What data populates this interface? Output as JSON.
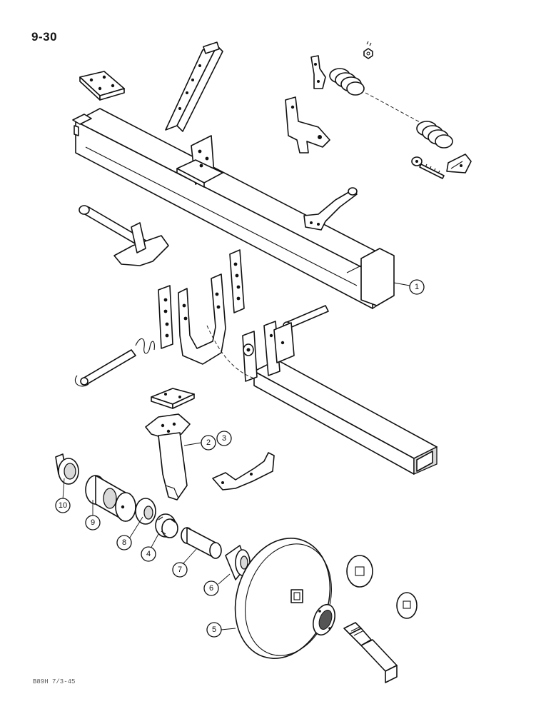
{
  "page": {
    "number": "9-30",
    "drawing_code": "B89H 7/3-45"
  },
  "colors": {
    "line": "#111111",
    "background": "#ffffff",
    "shade": "#d9d9d9"
  },
  "callouts": [
    {
      "key": "c1",
      "label": "1"
    },
    {
      "key": "c2",
      "label": "2"
    },
    {
      "key": "c3",
      "label": "3"
    },
    {
      "key": "c4",
      "label": "4"
    },
    {
      "key": "c5",
      "label": "5"
    },
    {
      "key": "c6",
      "label": "6"
    },
    {
      "key": "c7",
      "label": "7"
    },
    {
      "key": "c8",
      "label": "8"
    },
    {
      "key": "c9",
      "label": "9"
    },
    {
      "key": "c10",
      "label": "10"
    }
  ]
}
